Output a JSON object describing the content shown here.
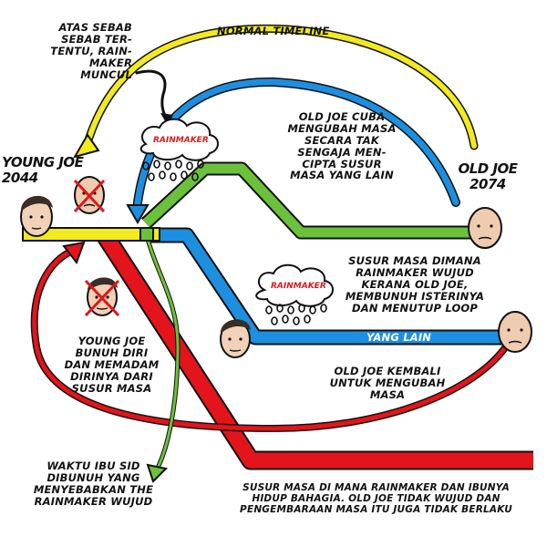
{
  "labels": {
    "normal_timeline": "NORMAL TIMELINE",
    "rainmaker_cause": "ATAS SEBAB\nSEBAB TER-\nTENTU, RAIN-\nMAKER\nMUNCUL",
    "young_joe": "YOUNG JOE\n2044",
    "old_joe": "OLD JOE\n2074",
    "old_joe_attempt": "OLD JOE CUBA\nMENGUBAH MASA\nSECARA TAK\nSENGAJA MEN-\nCIPTA SUSUR\nMASA YANG LAIN",
    "blue_timeline": "SUSUR MASA DIMANA\nRAINMAKER WUJUD\nKERANA OLD JOE,\nMEMBUNUH ISTERINYA\nDAN MENUTUP LOOP",
    "yang_lain": "YANG LAIN",
    "young_joe_suicide": "YOUNG JOE\nBUNUH DIRI\nDAN MEMADAM\nDIRINYA DARI\nSUSUR MASA",
    "old_joe_returns": "OLD JOE KEMBALI\nUNTUK MENGUBAH\nMASA",
    "sid_mother": "WAKTU IBU SID\nDIBUNUH YANG\nMENYEBABKAN THE\nRAINMAKER WUJUD",
    "red_timeline": "SUSUR MASA DI MANA RAINMAKER DAN IBUNYA\nHIDUP BAHAGIA. OLD JOE TIDAK WUJUD DAN\nPENGEMBARAAN MASA ITU JUGA TIDAK BERLAKU"
  },
  "clouds": [
    {
      "label": "RAINMAKER"
    },
    {
      "label": "RAINMAKER"
    }
  ],
  "colors": {
    "yellow": "#f2ea1d",
    "green": "#6cc13a",
    "blue": "#1d8fe0",
    "red": "#e3141b",
    "outline": "#111111"
  }
}
